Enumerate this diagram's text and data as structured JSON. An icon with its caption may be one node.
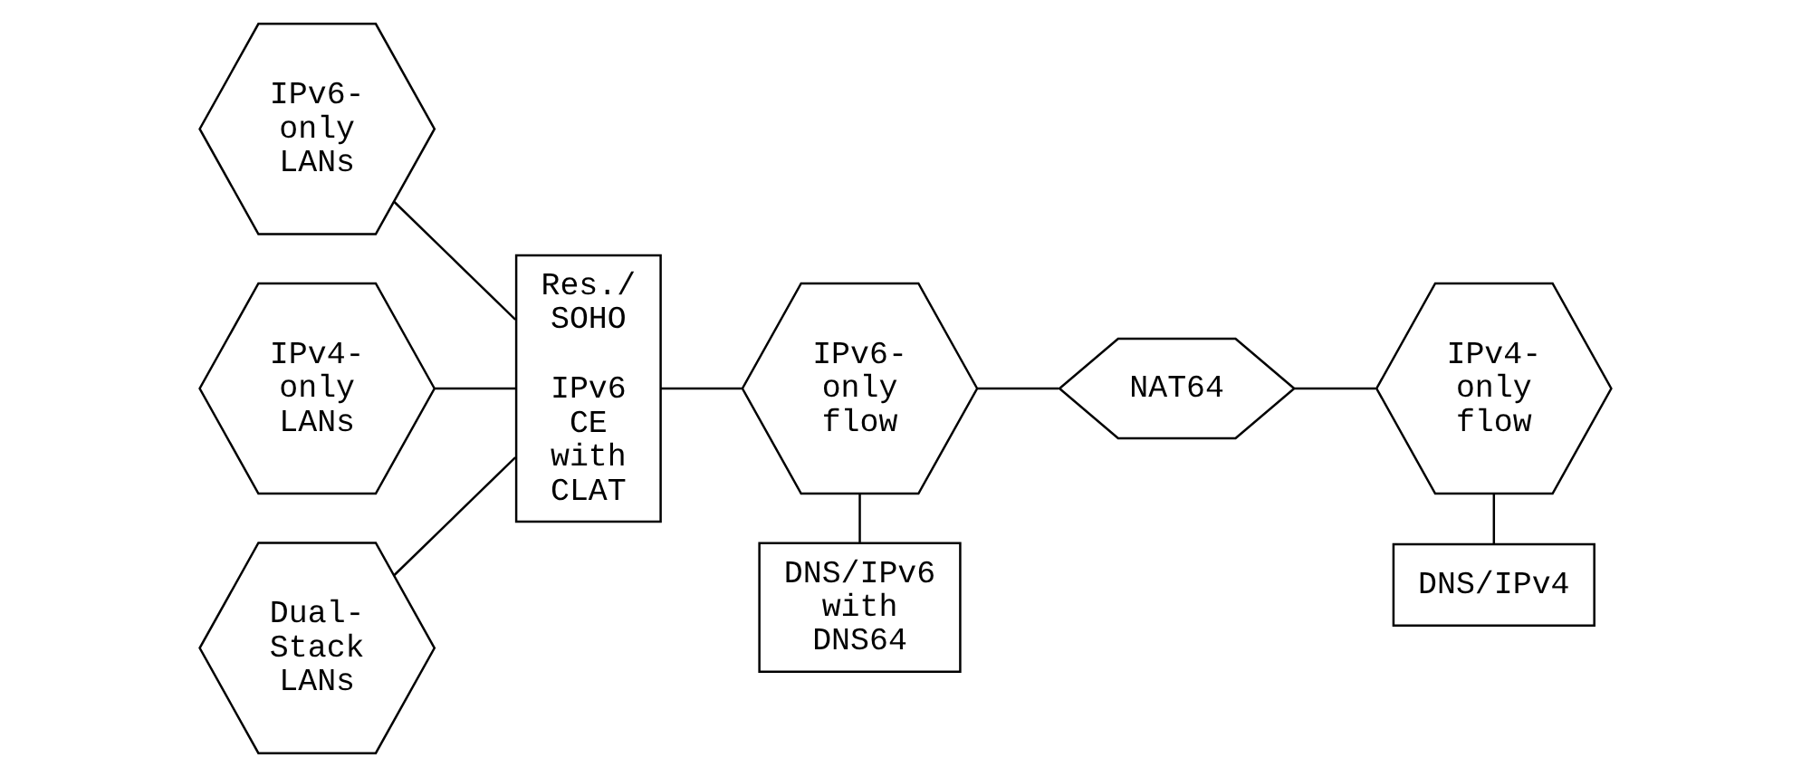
{
  "diagram": {
    "nodes": [
      {
        "text": [
          "IPv6- only LANs"
        ]
      },
      {
        "text": [
          "IPv4- only LANs"
        ]
      },
      {
        "text": [
          "Dual- Stack LANs"
        ]
      },
      {
        "text": [
          "Res./ SOHO",
          "IPv6 CE with CLAT"
        ]
      },
      {
        "text": [
          "IPv6- only flow"
        ]
      },
      {
        "text": [
          "NAT64"
        ]
      },
      {
        "text": [
          "IPv4- only flow"
        ]
      },
      {
        "text": [
          "DNS/IPv6 with DNS64"
        ]
      },
      {
        "text": [
          "DNS/IPv4"
        ]
      }
    ],
    "edges": [
      {
        "from": 0,
        "to": 3,
        "arrow": "none"
      },
      {
        "from": 1,
        "to": 3,
        "arrow": "none"
      },
      {
        "from": 2,
        "to": 3,
        "arrow": "none"
      },
      {
        "from": 3,
        "to": 4,
        "arrow": "none"
      },
      {
        "from": 4,
        "to": 5,
        "arrow": "none"
      },
      {
        "from": 5,
        "to": 6,
        "arrow": "none"
      },
      {
        "from": 4,
        "to": 7,
        "arrow": "none"
      },
      {
        "from": 6,
        "to": 8,
        "arrow": "none"
      }
    ]
  }
}
